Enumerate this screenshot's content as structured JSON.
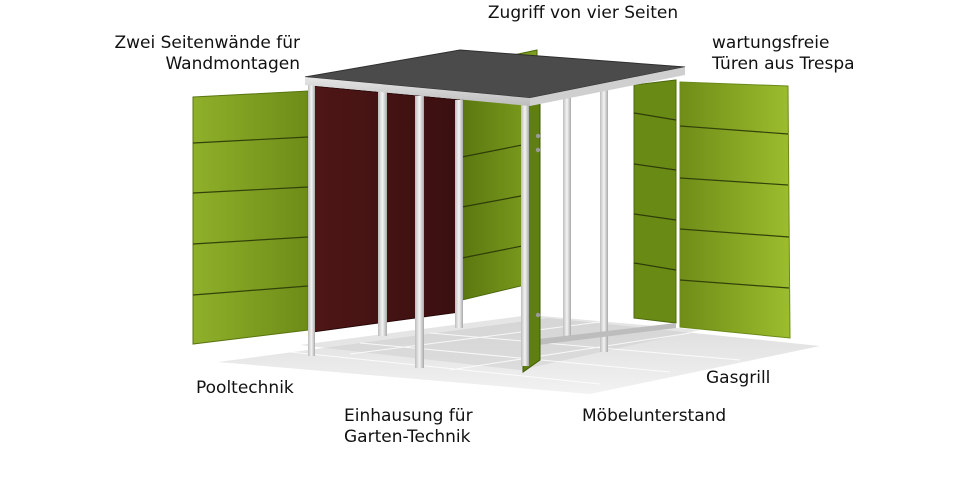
{
  "labels": {
    "access_four_sides": "Zugriff von vier Seiten",
    "side_walls_line1": "Zwei Seitenwände für",
    "side_walls_line2": "Wandmontagen",
    "doors_line1": "wartungsfreie",
    "doors_line2": "Türen aus Trespa",
    "pool": "Pooltechnik",
    "housing_line1": "Einhausung für",
    "housing_line2": "Garten-Technik",
    "furniture": "Möbelunterstand",
    "grill": "Gasgrill"
  },
  "colors": {
    "panel_green": "#7a9a1e",
    "panel_green_light": "#9ab82e",
    "panel_maroon": "#4a1414",
    "roof": "#4a4a4a",
    "frame_steel": "#d8d8d8",
    "floor": "#e6e6e6"
  },
  "icons": {
    "illustration": "garden-shelter-illustration"
  }
}
